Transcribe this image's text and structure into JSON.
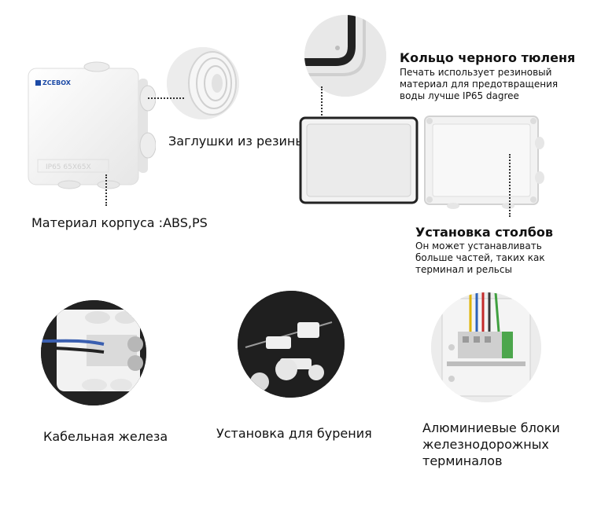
{
  "logo": {
    "text": "ZCEBOX"
  },
  "box_marking": {
    "text": "IP65 65X65X"
  },
  "labels": {
    "seal_title": "Кольцо черного тюленя",
    "seal_desc_1": "Печать использует резиновый",
    "seal_desc_2": "материал для предотвращения",
    "seal_desc_3": "воды лучше IP65 dagree",
    "rubber_plugs": "Заглушки из резины",
    "material": "Материал корпуса :ABS,PS",
    "posts_title": "Установка столбов",
    "posts_desc_1": "Он может устанавливать",
    "posts_desc_2": "больше частей, таких как",
    "posts_desc_3": "терминал и рельсы",
    "cable_gland": "Кабельная железа",
    "drilling": "Установка для бурения",
    "rail_blocks_1": "Алюминиевые блоки",
    "rail_blocks_2": "железнодорожных",
    "rail_blocks_3": "терминалов"
  }
}
